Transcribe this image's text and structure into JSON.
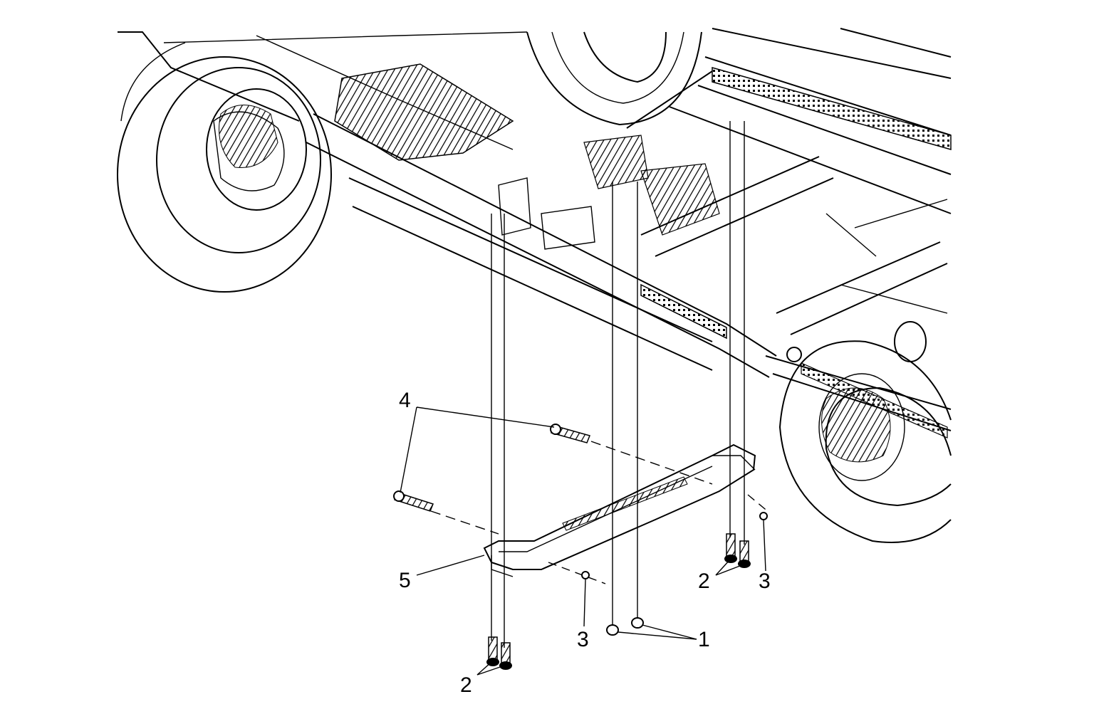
{
  "figure": {
    "callouts": [
      {
        "id": "c1",
        "label": "1"
      },
      {
        "id": "c2a",
        "label": "2"
      },
      {
        "id": "c2b",
        "label": "2"
      },
      {
        "id": "c3a",
        "label": "3"
      },
      {
        "id": "c3b",
        "label": "3"
      },
      {
        "id": "c4",
        "label": "4"
      },
      {
        "id": "c5",
        "label": "5"
      }
    ]
  }
}
